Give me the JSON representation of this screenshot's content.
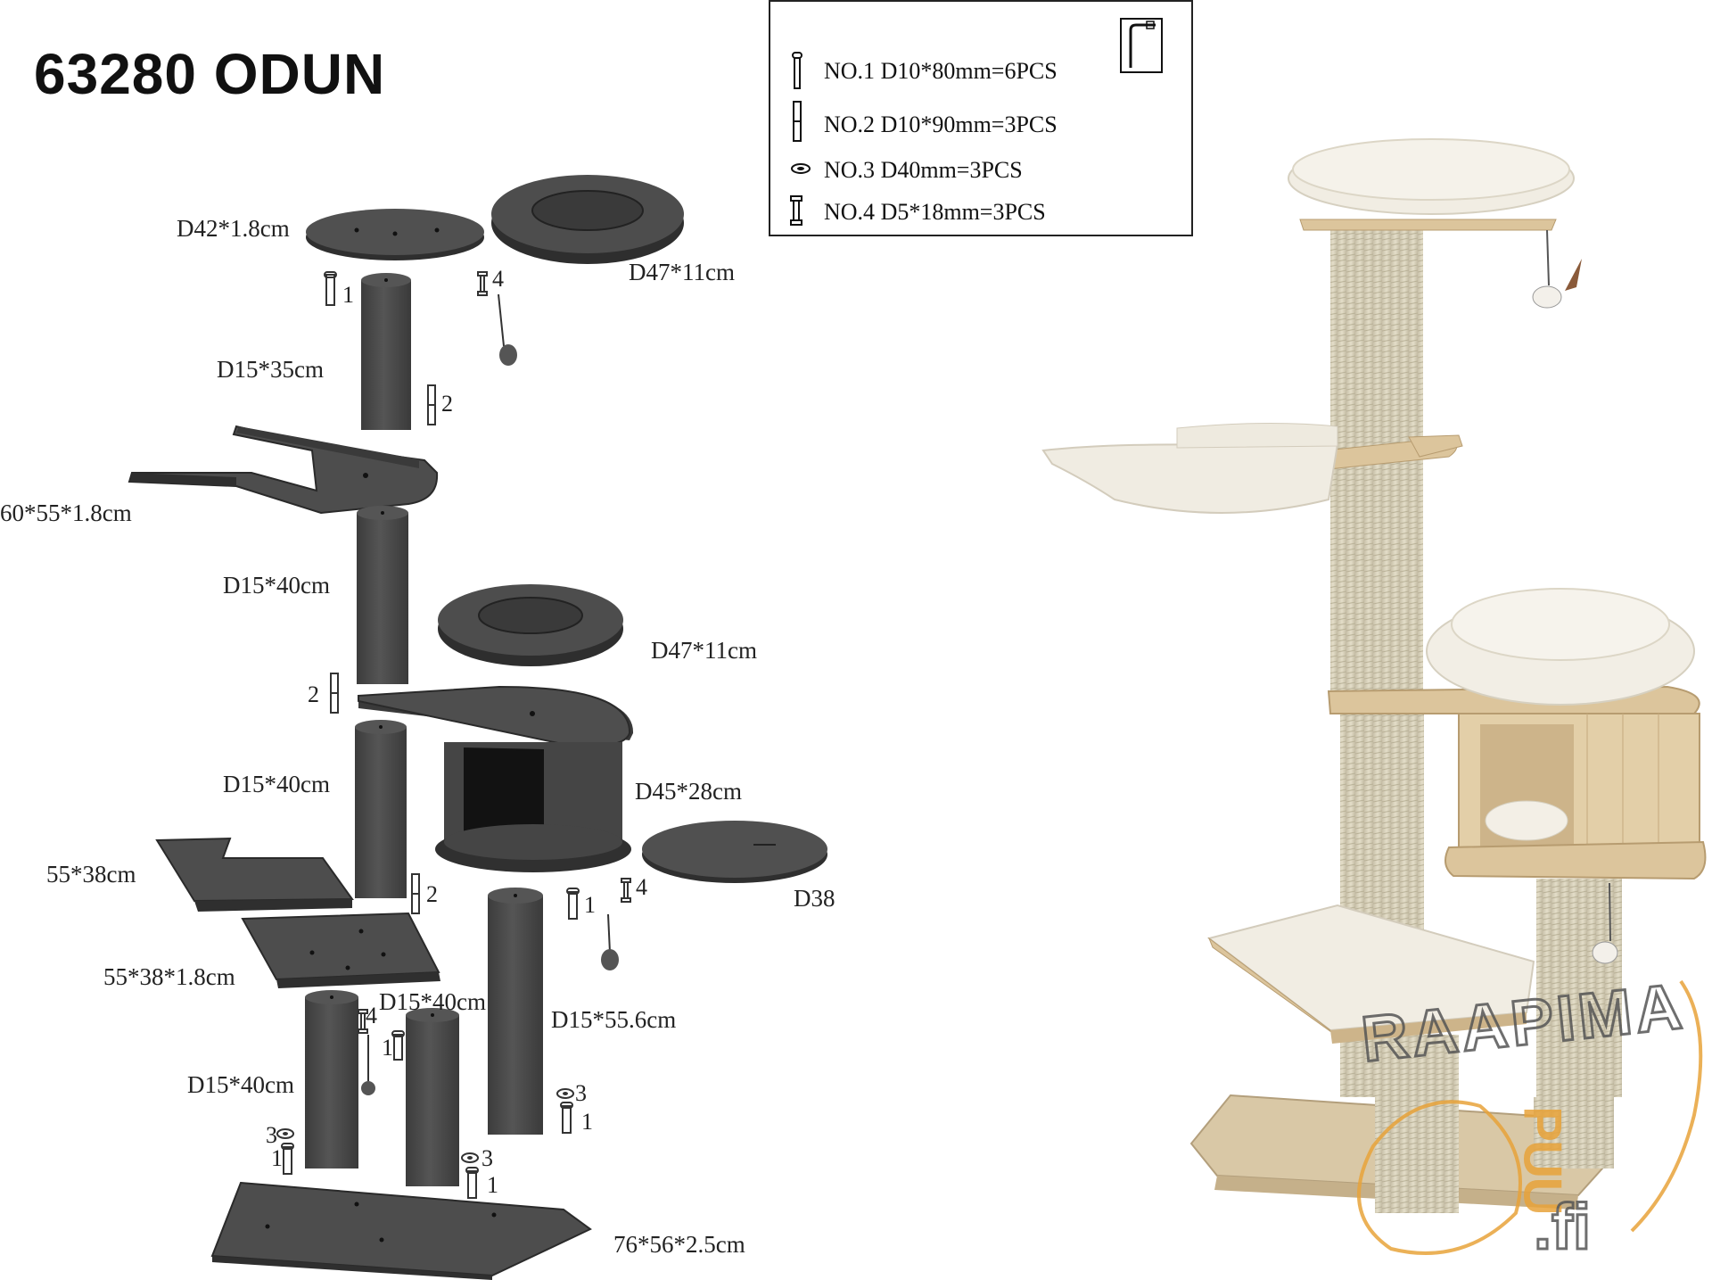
{
  "title": "63280  ODUN",
  "parts_legend": [
    {
      "no": "NO.1",
      "spec": "D10*80mm=6PCS",
      "icon": "long-bolt-icon"
    },
    {
      "no": "NO.2",
      "spec": "D10*90mm=3PCS",
      "icon": "double-bolt-icon"
    },
    {
      "no": "NO.3",
      "spec": "D40mm=3PCS",
      "icon": "washer-icon"
    },
    {
      "no": "NO.4",
      "spec": "D5*18mm=3PCS",
      "icon": "screw-icon"
    }
  ],
  "tool_icon": "allen-key-icon",
  "dimensions": {
    "top_board": "D42*1.8cm",
    "top_bed": "D47*11cm",
    "post_35": "D15*35cm",
    "hammock_board": "60*55*1.8cm",
    "post_40_a": "D15*40cm",
    "mid_bed": "D47*11cm",
    "post_40_b": "D15*40cm",
    "cave": "D45*28cm",
    "cave_bottom": "D38",
    "platform_l": "55*38cm",
    "platform_board": "55*38*1.8cm",
    "post_40_c": "D15*40cm",
    "post_55": "D15*55.6cm",
    "post_40_d": "D15*40cm",
    "base": "76*56*2.5cm"
  },
  "part_numbers": {
    "n1a": "1",
    "n4a": "4",
    "n2a": "2",
    "n2b": "2",
    "n2c": "2",
    "n1b": "1",
    "n4b": "4",
    "n4c": "4",
    "n1c": "1",
    "n3a": "3",
    "n1d": "1",
    "n3b": "3",
    "n1e": "1",
    "n3c": "3",
    "n1f": "1"
  },
  "watermark": {
    "line1": "RAAPIMA",
    "line2": "PUU",
    "line3": ".fi"
  },
  "colors": {
    "part": "#4a4a4a",
    "part_dark": "#333333",
    "plush": "#ece8df",
    "sisal": "#d9d2bd",
    "wood": "#e3cfa8",
    "watermark": "#e8a33a"
  }
}
